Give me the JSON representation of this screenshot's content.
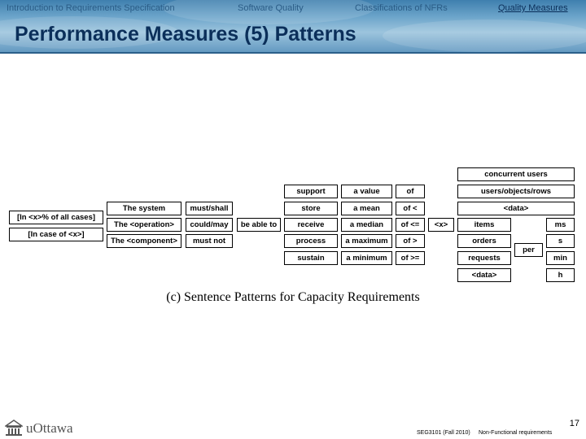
{
  "nav": {
    "items": [
      {
        "label": "Introduction to Requirements Specification"
      },
      {
        "label": "Software Quality"
      },
      {
        "label": "Classifications of NFRs"
      },
      {
        "label": "Quality Measures"
      }
    ]
  },
  "title": "Performance Measures (5) Patterns",
  "diagram": {
    "caption": "(c) Sentence Patterns for Capacity Requirements",
    "condition_boxes": [
      "[In <x>% of all cases]",
      "[In case of <x>]"
    ],
    "subjects": [
      "The system",
      "The <operation>",
      "The <component>"
    ],
    "modals": [
      "must/shall",
      "could/may",
      "must not"
    ],
    "ability": "be able to",
    "verbs": [
      "support",
      "store",
      "receive",
      "process",
      "sustain"
    ],
    "statistics": [
      "a value",
      "a mean",
      "a median",
      "a maximum",
      "a minimum"
    ],
    "comparators": [
      "of",
      "of <",
      "of <=",
      "of >",
      "of >="
    ],
    "variable": "<x>",
    "objects": [
      "concurrent users",
      "users/objects/rows",
      "<data>",
      "items",
      "orders",
      "requests",
      "<data>"
    ],
    "per": "per",
    "units": [
      "ms",
      "s",
      "min",
      "h"
    ]
  },
  "footer": {
    "page_number": "17",
    "course": "SEG3101 (Fall 2010)",
    "topic": "Non-Functional requirements",
    "logo_text": "uOttawa"
  }
}
